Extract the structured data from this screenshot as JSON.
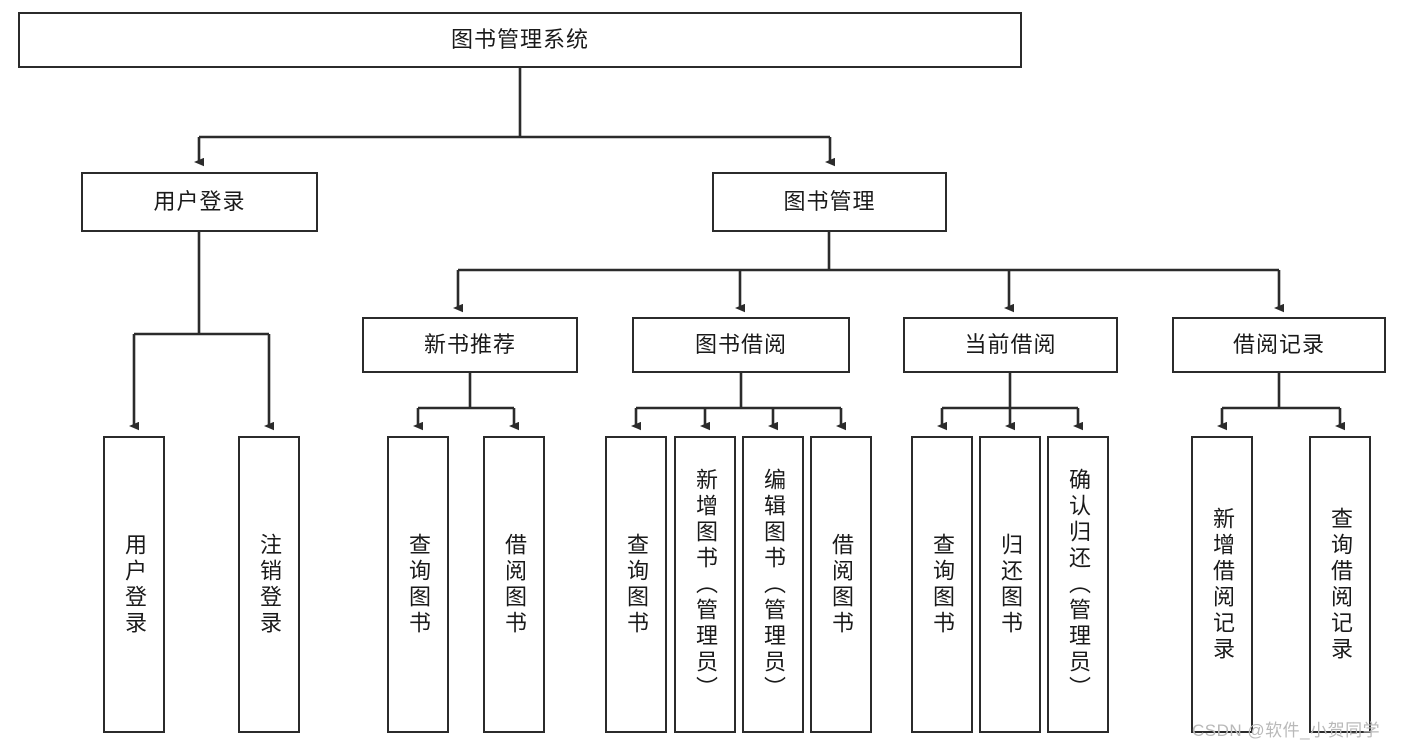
{
  "diagram": {
    "title": "图书管理系统",
    "watermark": "CSDN @软件_小贺同学",
    "root": {
      "label": "图书管理系统"
    },
    "level2": [
      {
        "label": "用户登录"
      },
      {
        "label": "图书管理"
      }
    ],
    "level3": [
      {
        "label": "新书推荐"
      },
      {
        "label": "图书借阅"
      },
      {
        "label": "当前借阅"
      },
      {
        "label": "借阅记录"
      }
    ],
    "leaves": {
      "user_login": [
        {
          "label": "用户登录"
        },
        {
          "label": "注销登录"
        }
      ],
      "new_book_recommend": [
        {
          "label": "查询图书"
        },
        {
          "label": "借阅图书"
        }
      ],
      "book_borrow": [
        {
          "label": "查询图书"
        },
        {
          "label": "新增图书（管理员）"
        },
        {
          "label": "编辑图书（管理员）"
        },
        {
          "label": "借阅图书"
        }
      ],
      "current_borrow": [
        {
          "label": "查询图书"
        },
        {
          "label": "归还图书"
        },
        {
          "label": "确认归还（管理员）"
        }
      ],
      "borrow_record": [
        {
          "label": "新增借阅记录"
        },
        {
          "label": "查询借阅记录"
        }
      ]
    },
    "colors": {
      "stroke": "#2b2b2b",
      "fill": "#ffffff",
      "text": "#1a1a1a",
      "watermark": "#b9b9b9"
    }
  }
}
